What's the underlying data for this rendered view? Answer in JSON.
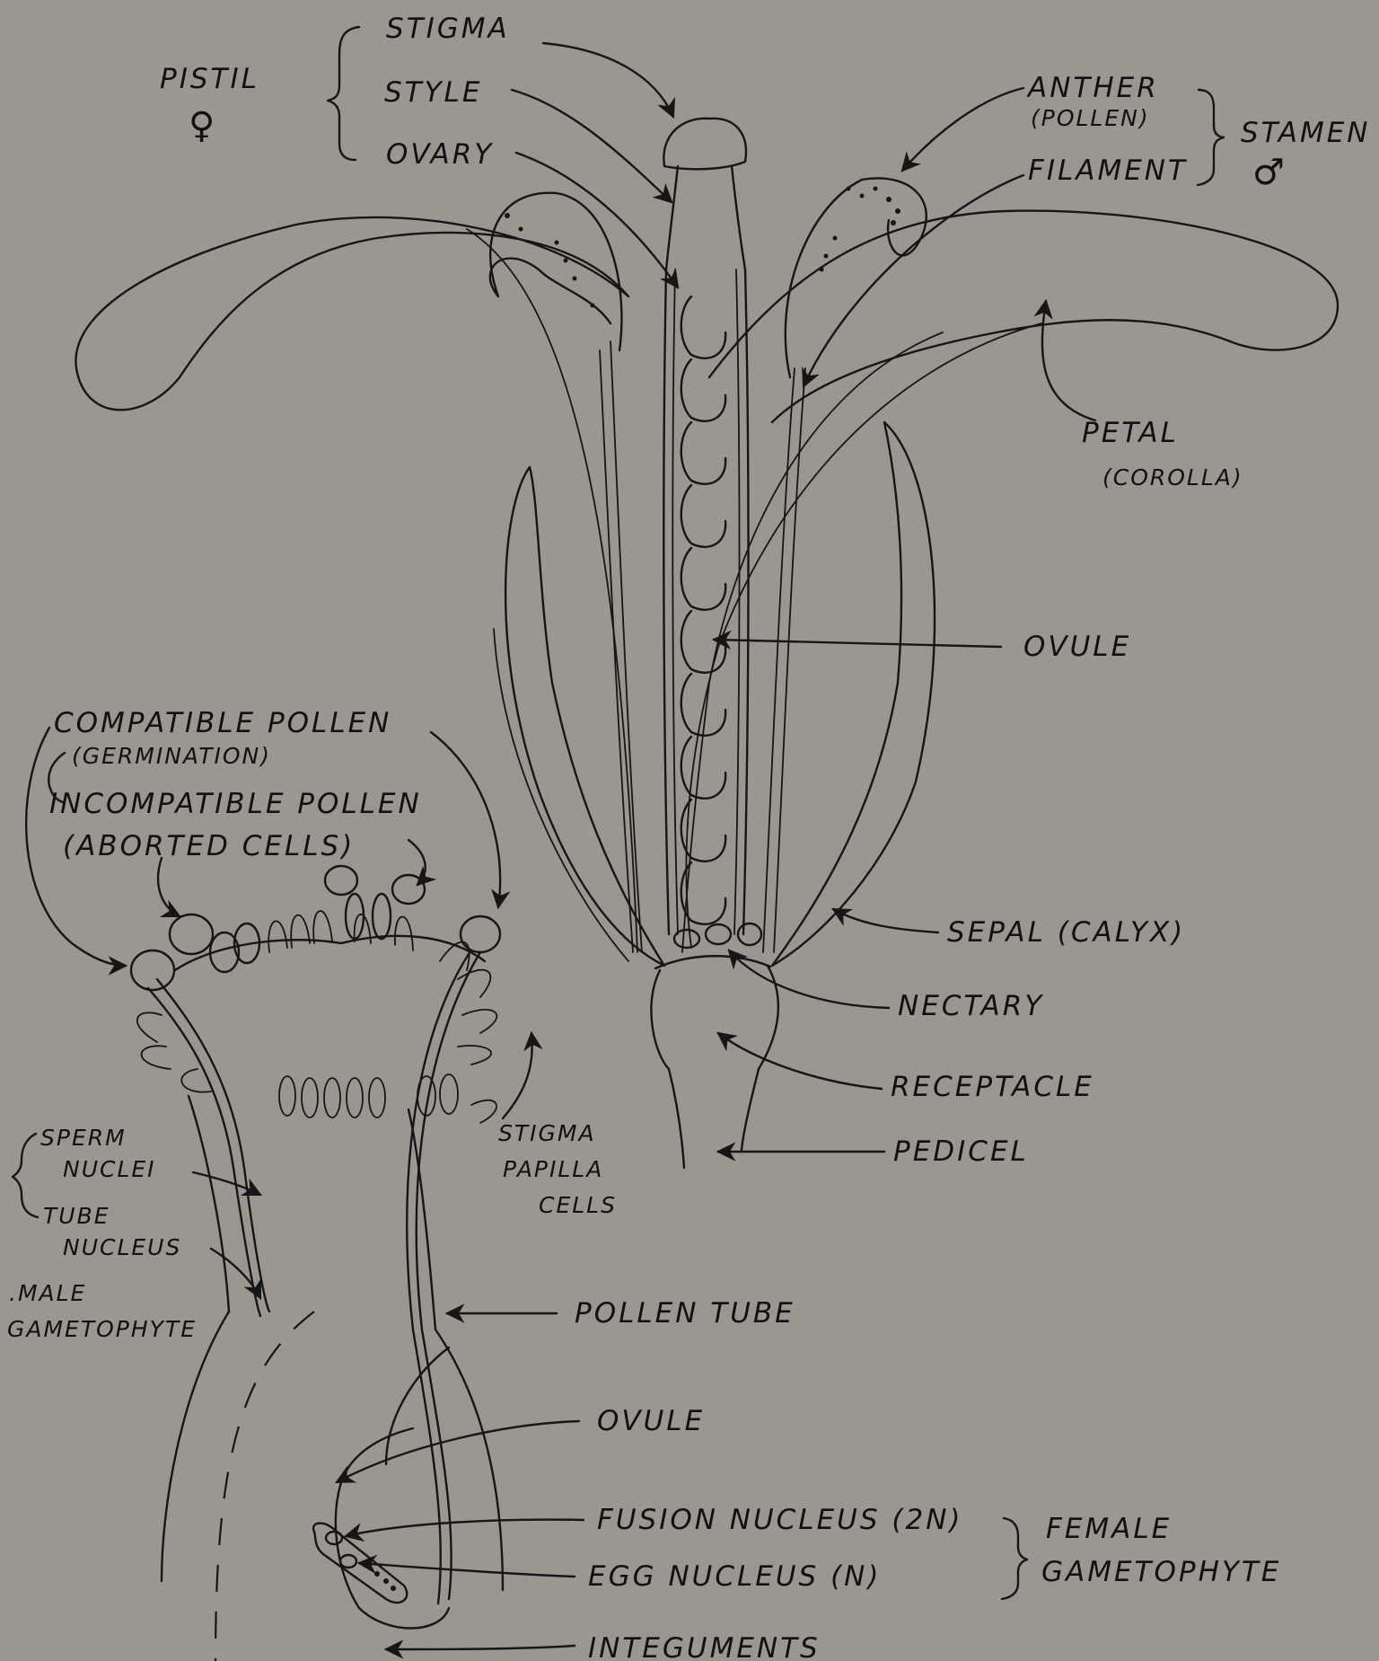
{
  "labels": {
    "pistil": "PISTIL",
    "female_symbol": "♀",
    "stigma": "STIGMA",
    "style": "STYLE",
    "ovary": "OVARY",
    "anther_line1": "ANTHER",
    "anther_line2": "(POLLEN)",
    "filament": "FILAMENT",
    "stamen": "STAMEN",
    "male_symbol": "♂",
    "petal_line1": "PETAL",
    "petal_line2": "(COROLLA)",
    "ovule_top": "OVULE",
    "sepal": "SEPAL (CALYX)",
    "nectary": "NECTARY",
    "receptacle": "RECEPTACLE",
    "pedicel": "PEDICEL",
    "compatible_pollen": "COMPATIBLE POLLEN",
    "germination": "(GERMINATION)",
    "incompatible_pollen": "INCOMPATIBLE POLLEN",
    "aborted_cells": "(ABORTED CELLS)",
    "stigma_papilla_line1": "STIGMA",
    "stigma_papilla_line2": "PAPILLA",
    "stigma_papilla_line3": "CELLS",
    "sperm_line1": "SPERM",
    "sperm_line2": "NUCLEI",
    "tube_line1": "TUBE",
    "tube_line2": "NUCLEUS",
    "male_gametophyte_line1": ".MALE",
    "male_gametophyte_line2": "GAMETOPHYTE",
    "pollen_tube": "POLLEN TUBE",
    "ovule_bottom": "OVULE",
    "fusion_nucleus": "FUSION NUCLEUS (2N)",
    "egg_nucleus": "EGG NUCLEUS (N)",
    "female_gametophyte_line1": "FEMALE",
    "female_gametophyte_line2": "GAMETOPHYTE",
    "integuments": "INTEGUMENTS"
  }
}
